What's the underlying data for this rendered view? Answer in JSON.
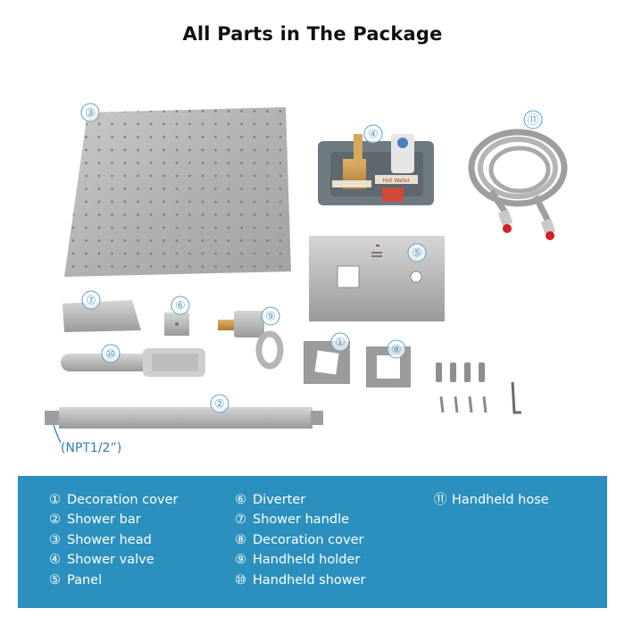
{
  "title": "All Parts in The Package",
  "badges": {
    "b1": "①",
    "b2": "②",
    "b3": "③",
    "b4": "④",
    "b5": "⑤",
    "b6": "⑥",
    "b7": "⑦",
    "b8": "⑧",
    "b9": "⑨",
    "b10": "⑩",
    "b11": "⑪"
  },
  "npt_label": "(NPT1/2”)",
  "valve_label": "Hot Water",
  "legend": {
    "col1": [
      {
        "num": "①",
        "label": "Decoration cover"
      },
      {
        "num": "②",
        "label": "Shower bar"
      },
      {
        "num": "③",
        "label": "Shower head"
      },
      {
        "num": "④",
        "label": "Shower valve"
      },
      {
        "num": "⑤",
        "label": "Panel"
      }
    ],
    "col2": [
      {
        "num": "⑥",
        "label": "Diverter"
      },
      {
        "num": "⑦",
        "label": "Shower handle"
      },
      {
        "num": "⑧",
        "label": "Decoration cover"
      },
      {
        "num": "⑨",
        "label": "Handheld holder"
      },
      {
        "num": "⑩",
        "label": "Handheld shower"
      }
    ],
    "col3": [
      {
        "num": "⑪",
        "label": "Handheld hose"
      }
    ]
  },
  "colors": {
    "legend_bg": "#2b90bd",
    "badge": "#5aa0c8",
    "metal": "#b9b9b9"
  }
}
